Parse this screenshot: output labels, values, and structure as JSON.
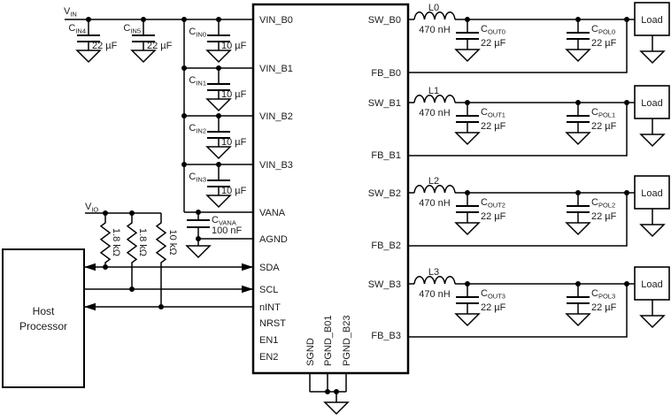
{
  "schematic": {
    "supply_labels": {
      "vin": {
        "main": "V",
        "sub": "IN"
      },
      "vio": {
        "main": "V",
        "sub": "IO"
      }
    },
    "input_caps": [
      {
        "ref_main": "C",
        "ref_sub": "IN4",
        "value": "22 µF"
      },
      {
        "ref_main": "C",
        "ref_sub": "IN5",
        "value": "22 µF"
      },
      {
        "ref_main": "C",
        "ref_sub": "IN0",
        "value": "10 µF"
      },
      {
        "ref_main": "C",
        "ref_sub": "IN1",
        "value": "10 µF"
      },
      {
        "ref_main": "C",
        "ref_sub": "IN2",
        "value": "10 µF"
      },
      {
        "ref_main": "C",
        "ref_sub": "IN3",
        "value": "10 µF"
      }
    ],
    "vana_cap": {
      "ref_main": "C",
      "ref_sub": "VANA",
      "value": "100 nF"
    },
    "pullup_resistors": [
      {
        "value": "1.8 kΩ"
      },
      {
        "value": "1.8 kΩ"
      },
      {
        "value": "10 kΩ"
      }
    ],
    "host": {
      "line1": "Host",
      "line2": "Processor"
    },
    "ic": {
      "left_pins": [
        "VIN_B0",
        "VIN_B1",
        "VIN_B2",
        "VIN_B3",
        "VANA",
        "AGND",
        "SDA",
        "SCL",
        "nINT",
        "NRST",
        "EN1",
        "EN2"
      ],
      "right_pins": [
        "SW_B0",
        "FB_B0",
        "SW_B1",
        "FB_B1",
        "SW_B2",
        "FB_B2",
        "SW_B3",
        "FB_B3"
      ],
      "bottom_pins": [
        "SGND",
        "PGND_B01",
        "PGND_B23"
      ]
    },
    "outputs": [
      {
        "inductor": "L0",
        "inductance": "470 nH",
        "cout_main": "C",
        "cout_sub": "OUT0",
        "cout_value": "22 µF",
        "cpol_main": "C",
        "cpol_sub": "POL0",
        "cpol_value": "22 µF",
        "load": "Load"
      },
      {
        "inductor": "L1",
        "inductance": "470 nH",
        "cout_main": "C",
        "cout_sub": "OUT1",
        "cout_value": "22 µF",
        "cpol_main": "C",
        "cpol_sub": "POL1",
        "cpol_value": "22 µF",
        "load": "Load"
      },
      {
        "inductor": "L2",
        "inductance": "470 nH",
        "cout_main": "C",
        "cout_sub": "OUT2",
        "cout_value": "22 µF",
        "cpol_main": "C",
        "cpol_sub": "POL2",
        "cpol_value": "22 µF",
        "load": "Load"
      },
      {
        "inductor": "L3",
        "inductance": "470 nH",
        "cout_main": "C",
        "cout_sub": "OUT3",
        "cout_value": "22 µF",
        "cpol_main": "C",
        "cpol_sub": "POL3",
        "cpol_value": "22 µF",
        "load": "Load"
      }
    ]
  }
}
